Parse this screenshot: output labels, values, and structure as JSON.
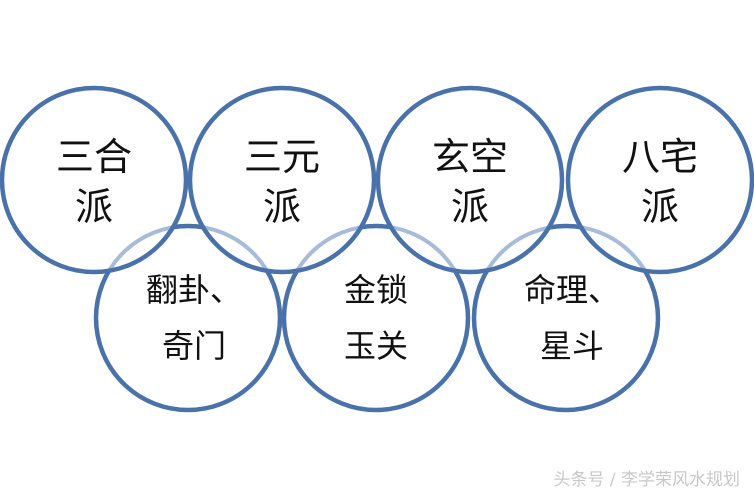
{
  "colors": {
    "ring": "#4a72aa",
    "ring_light": "#a6bcd8"
  },
  "circles_top": [
    {
      "line1": "三合",
      "line2": "派"
    },
    {
      "line1": "三元",
      "line2": "派"
    },
    {
      "line1": "玄空",
      "line2": "派"
    },
    {
      "line1": "八宅",
      "line2": "派"
    }
  ],
  "circles_bottom": [
    {
      "line1": "翻卦、",
      "line2": "奇门"
    },
    {
      "line1": "金锁",
      "line2": "玉关"
    },
    {
      "line1": "命理、",
      "line2": "星斗"
    }
  ],
  "watermark": "头条号 / 李学荣风水规划"
}
